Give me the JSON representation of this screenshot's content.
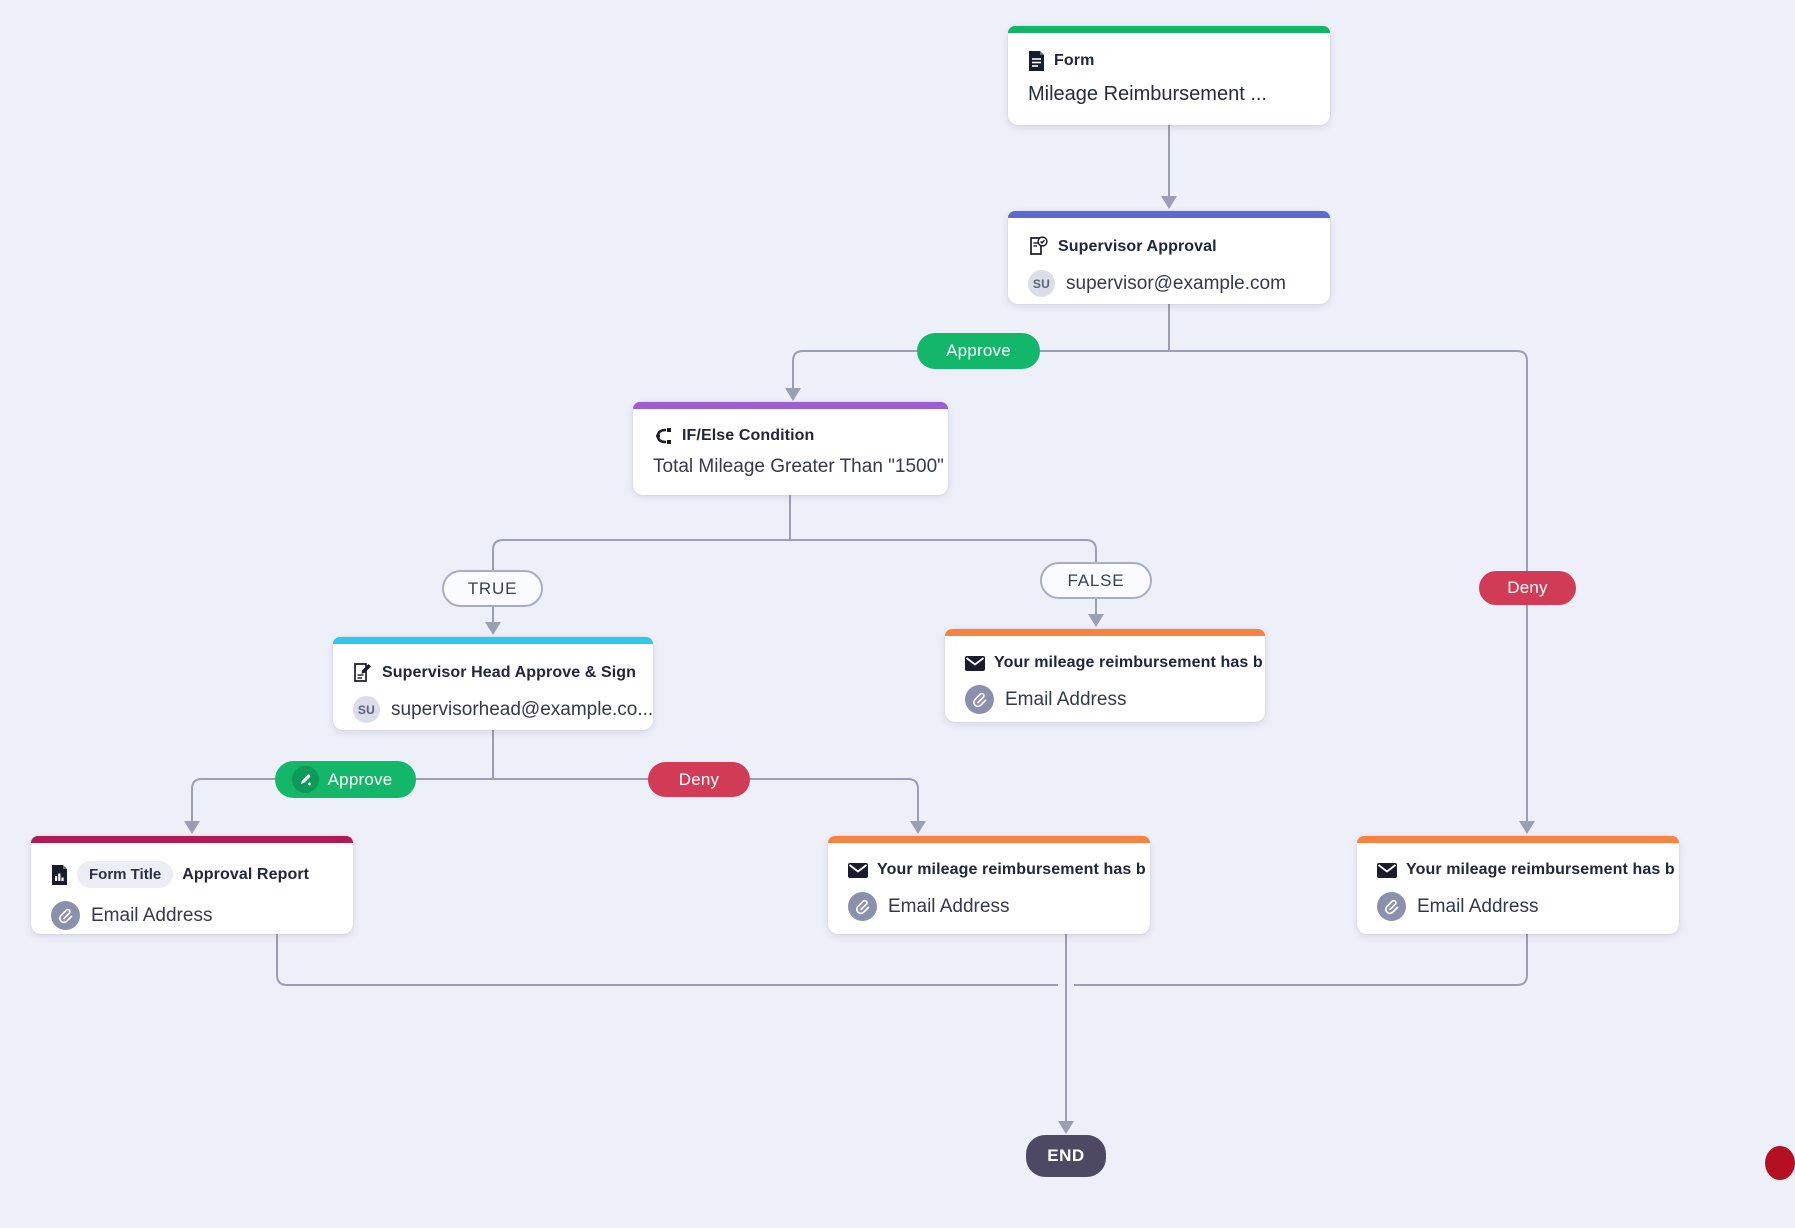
{
  "diagram": {
    "colors": {
      "background": "#eef0f9",
      "connector": "#9aa0b2",
      "approve_pill": "#12b76a",
      "deny_pill": "#d23b55",
      "end_pill": "#4e4963"
    },
    "nodes": {
      "form": {
        "kind_label": "Form",
        "title": "Mileage Reimbursement ...",
        "accent": "#10b566"
      },
      "supervisor_approval": {
        "title": "Supervisor Approval",
        "avatar_initials": "SU",
        "assignee_email": "supervisor@example.com",
        "accent": "#5e6ad2"
      },
      "if_else_condition": {
        "title": "IF/Else Condition",
        "condition": "Total Mileage Greater Than \"1500\"",
        "accent": "#9d5ed2"
      },
      "supervisor_head_approval": {
        "title": "Supervisor Head Approve & Sign",
        "avatar_initials": "SU",
        "assignee_email": "supervisorhead@example.co...",
        "accent": "#2fc9ea"
      },
      "email_false_branch": {
        "title": "Your mileage reimbursement has b",
        "attachment_field": "Email Address",
        "accent": "#f8823f"
      },
      "approval_report": {
        "tag": "Form Title",
        "title": "Approval Report",
        "attachment_field": "Email Address",
        "accent": "#b11a54"
      },
      "email_deny_head_branch": {
        "title": "Your mileage reimbursement has b",
        "attachment_field": "Email Address",
        "accent": "#f8823f"
      },
      "email_deny_supervisor_branch": {
        "title": "Your mileage reimbursement has b",
        "attachment_field": "Email Address",
        "accent": "#f8823f"
      }
    },
    "branch_labels": {
      "supervisor_approve": "Approve",
      "supervisor_deny": "Deny",
      "condition_true": "TRUE",
      "condition_false": "FALSE",
      "head_approve": "Approve",
      "head_deny": "Deny",
      "end": "END"
    }
  }
}
